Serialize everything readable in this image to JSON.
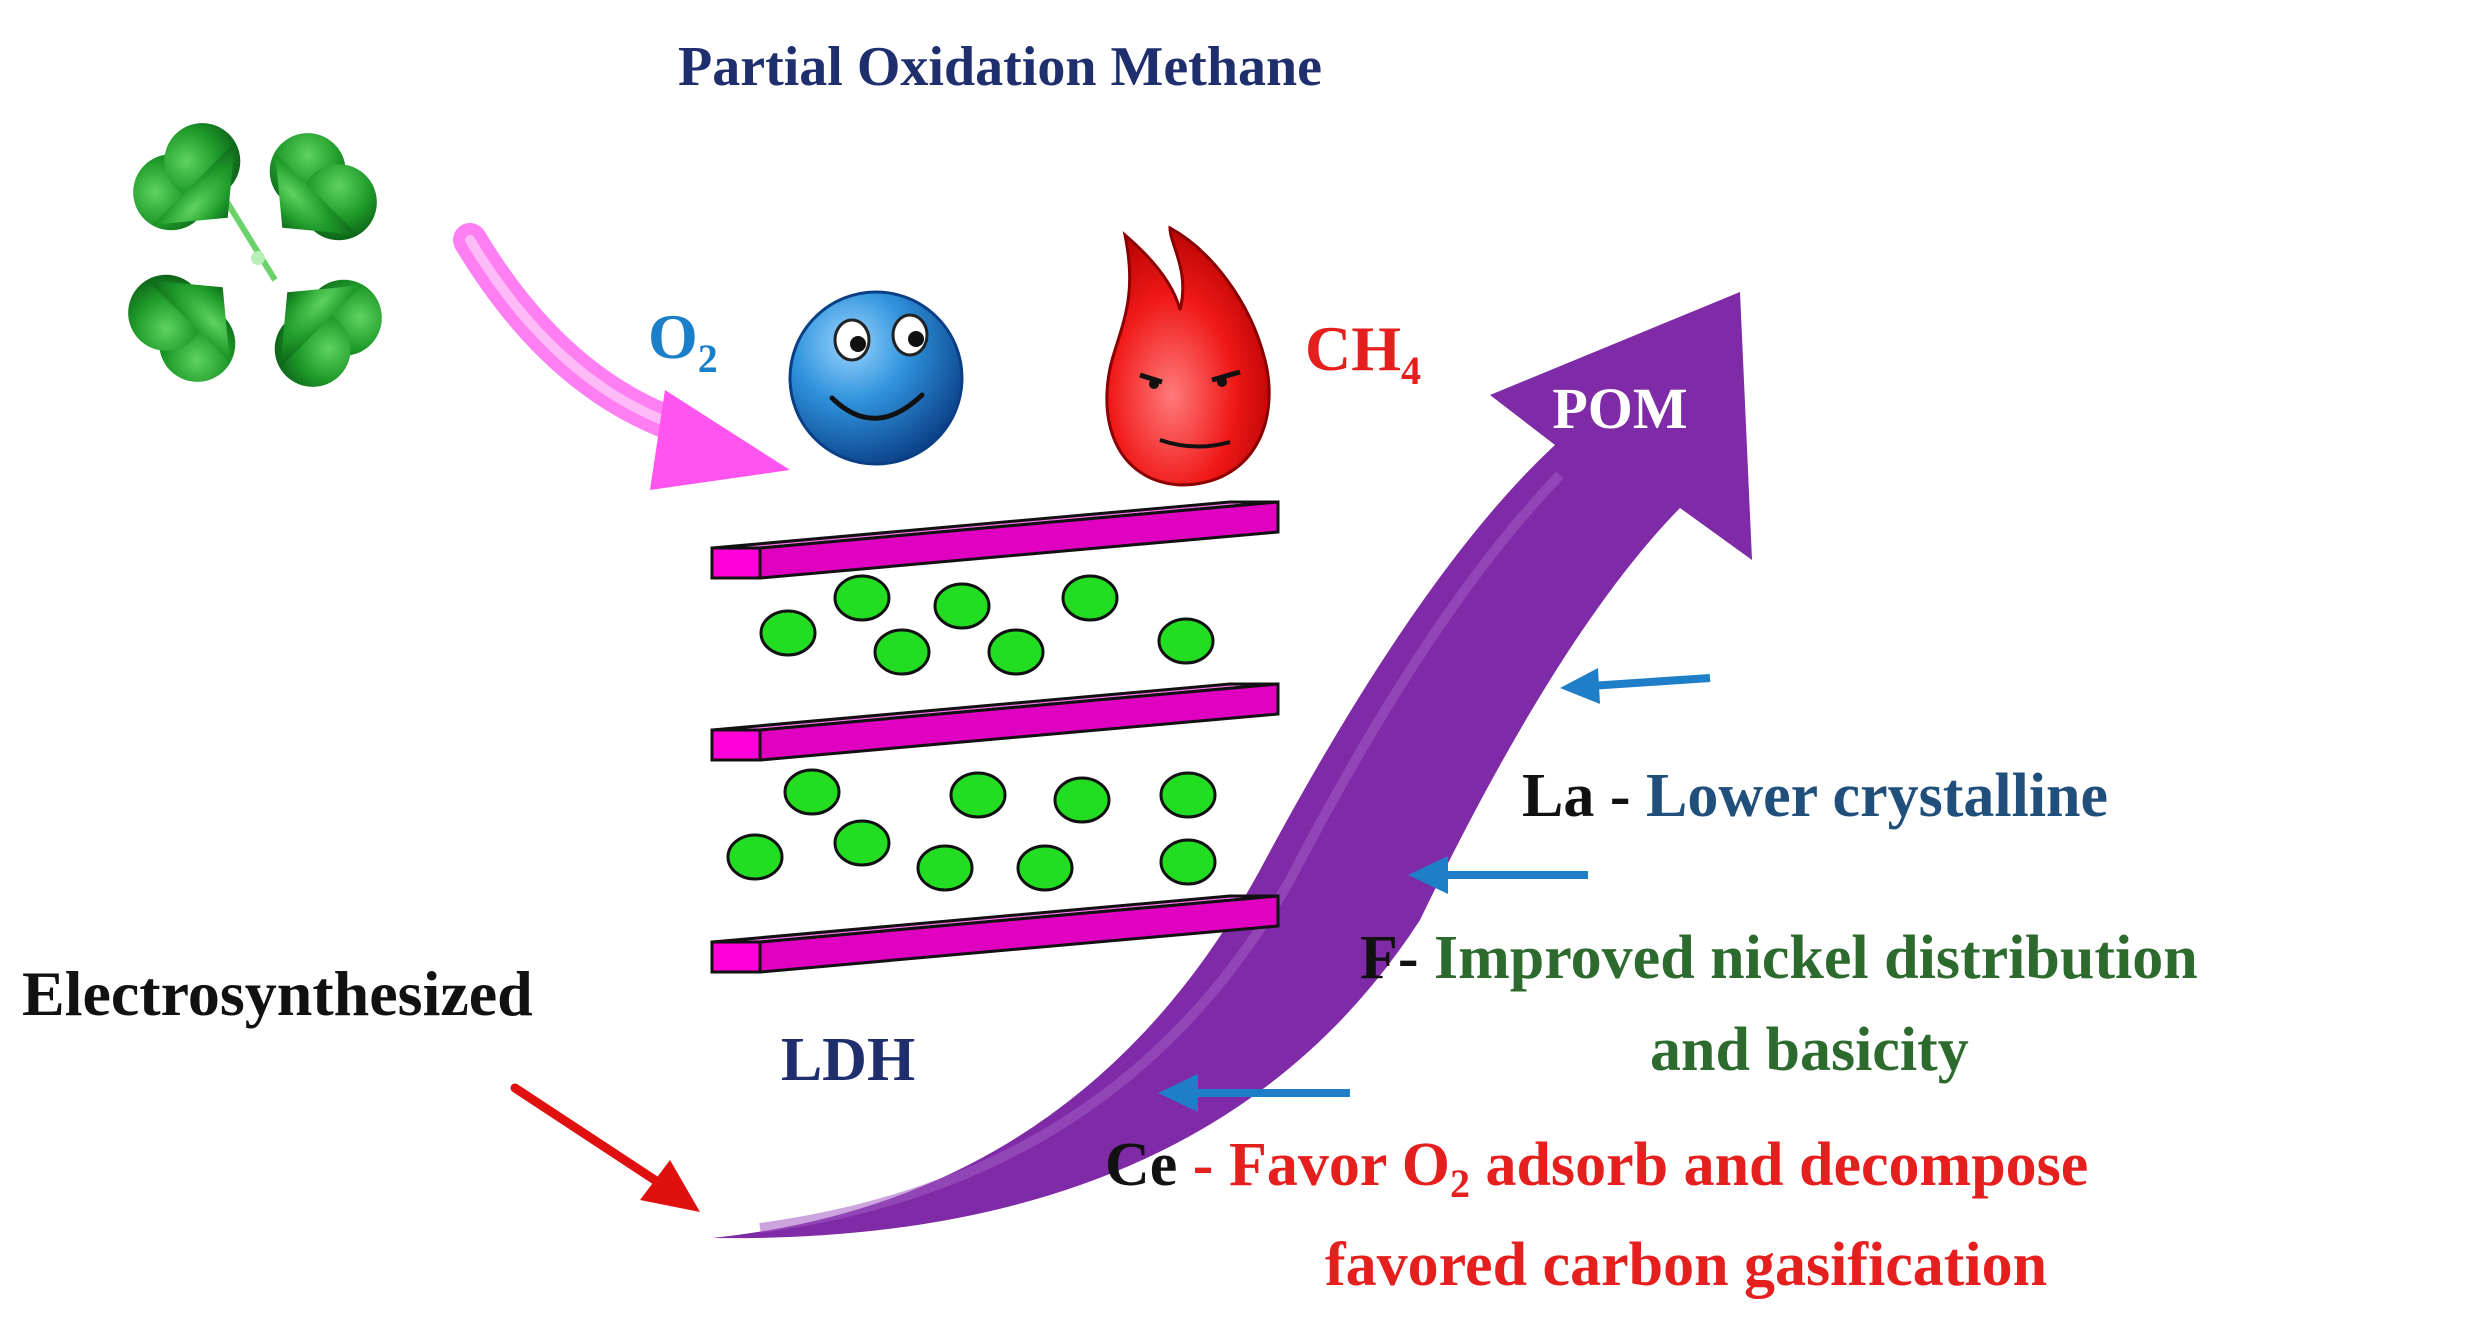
{
  "title": "Partial Oxidation Methane",
  "pom_label": "POM",
  "ldh_label": "LDH",
  "electro_label": "Electrosynthesized",
  "o2": {
    "base": "O",
    "sub": "2"
  },
  "ch4": {
    "base": "CH",
    "sub": "4"
  },
  "effects": {
    "la": {
      "element": "La",
      "sep": " - ",
      "text": "Lower crystalline"
    },
    "f": {
      "element": "F",
      "sep": "- ",
      "line1": "Improved nickel distribution",
      "line2": "and basicity"
    },
    "ce": {
      "element": "Ce",
      "sep": " - ",
      "pre": "Favor O",
      "sub": "2",
      "post": " adsorb and decompose",
      "line2": "favored carbon gasification"
    }
  },
  "colors": {
    "title": "#1f2f6e",
    "o2": "#1a7fc8",
    "ch4": "#e51e1e",
    "layer": "#ff00d8",
    "particle": "#22dd22",
    "arrow": "#7f2aa6",
    "pink_arrow": "#ff7ef2",
    "blue_arrow": "#1e7fc8",
    "red_arrow": "#e01010",
    "la_text": "#1f4f7a",
    "f_text": "#2d6a2d",
    "ce_text": "#e51e1e"
  }
}
